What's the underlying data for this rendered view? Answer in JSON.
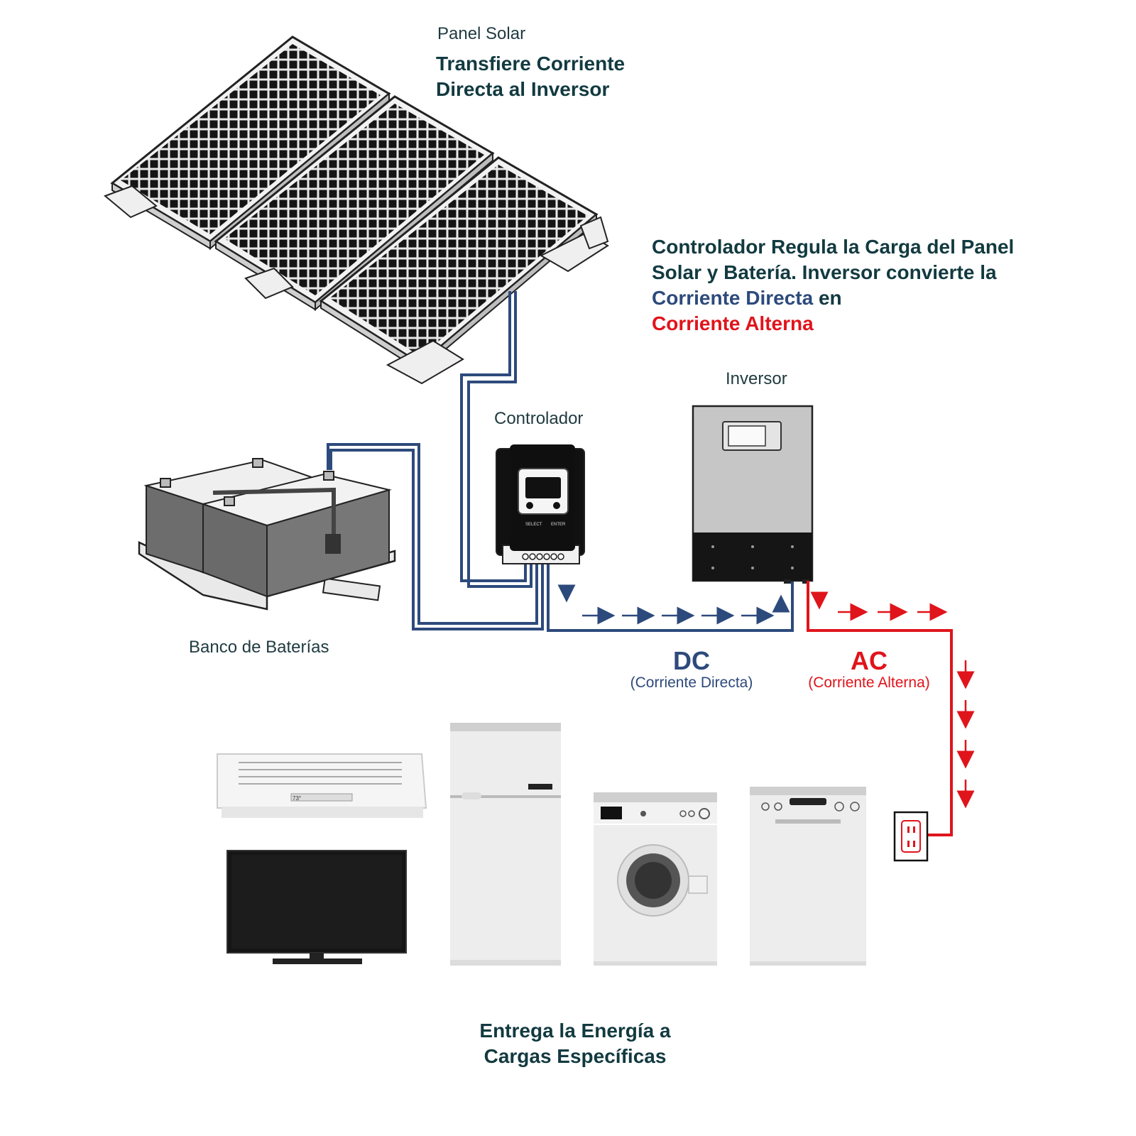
{
  "labels": {
    "solar_panel": "Panel Solar",
    "controller": "Controlador",
    "inverter": "Inversor",
    "battery_bank": "Banco de Baterías",
    "dc_title": "DC",
    "dc_sub": "(Corriente Directa)",
    "ac_title": "AC",
    "ac_sub": "(Corriente Alterna)"
  },
  "headings": {
    "panel_line1": "Transfiere Corriente",
    "panel_line2": "Directa al Inversor",
    "regulator_line1": "Controlador Regula la Carga del Panel",
    "regulator_line2": "Solar y Batería. Inversor convierte la",
    "regulator_line3_a": "Corriente Directa",
    "regulator_line3_b": " en",
    "regulator_line4": "Corriente Alterna",
    "loads_line1": "Entrega la Energía a",
    "loads_line2": "Cargas Específicas"
  },
  "device_text": {
    "controller_btn_left": "SELECT",
    "controller_btn_right": "ENTER",
    "ac_temp": "73°"
  },
  "colors": {
    "dc": "#2d4a7c",
    "ac": "#e0141b",
    "heading": "#123a40"
  }
}
